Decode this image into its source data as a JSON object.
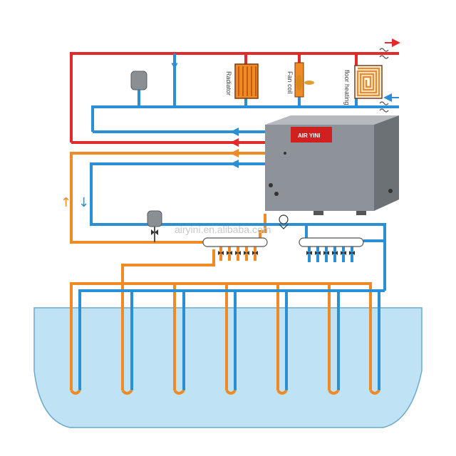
{
  "labels": {
    "radiator": "Radiator",
    "fan_coil": "Fan coil",
    "floor_heating": "floor heating",
    "brand": "AIR YINI",
    "watermark": "airyini.en.alibaba.com"
  },
  "colors": {
    "hot_supply": "#e32a2a",
    "return": "#2a8fd4",
    "ground_loop": "#f08a24",
    "water": "#bfe3f5",
    "unit_body": "#8e9399"
  },
  "symbols": {
    "flow_up": "↑",
    "flow_down": "↓",
    "arrow_right": "→",
    "arrow_left": "←"
  }
}
